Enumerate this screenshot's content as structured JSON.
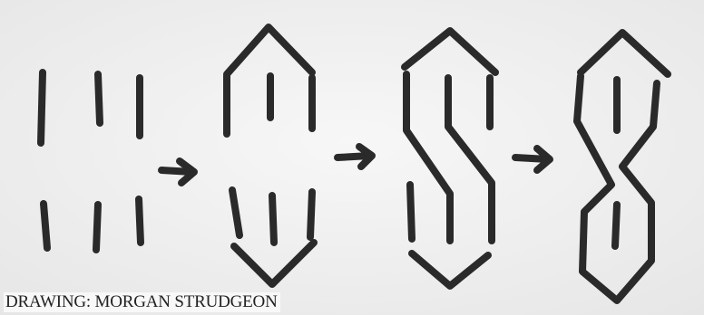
{
  "credit": "DRAWING: MORGAN STRUDGEON",
  "colors": {
    "ink": "#2a2a2a",
    "paper": "#f2f2f2"
  },
  "steps": [
    {
      "name": "six-vertical-lines"
    },
    {
      "name": "connected-tops-and-bottoms"
    },
    {
      "name": "s-diagonal-added"
    },
    {
      "name": "finished-s-shape"
    }
  ]
}
